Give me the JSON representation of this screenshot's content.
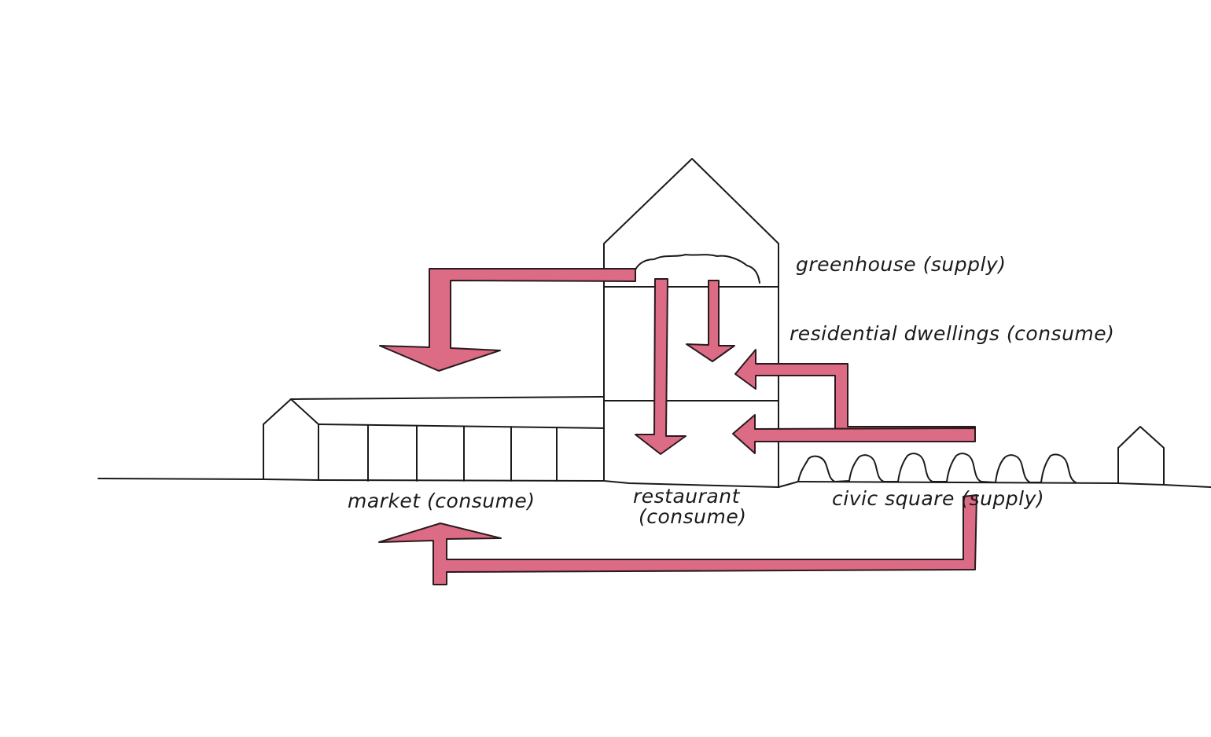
{
  "labels": {
    "greenhouse": "greenhouse (supply)",
    "residential": "residential dwellings (consume)",
    "market": "market (consume)",
    "restaurant_line1": "restaurant",
    "restaurant_line2": "(consume)",
    "civic_square": "civic square (supply)"
  },
  "colors": {
    "arrow_fill": "#dc6b86",
    "ink": "#1a1a1a",
    "paper": "#ffffff"
  }
}
